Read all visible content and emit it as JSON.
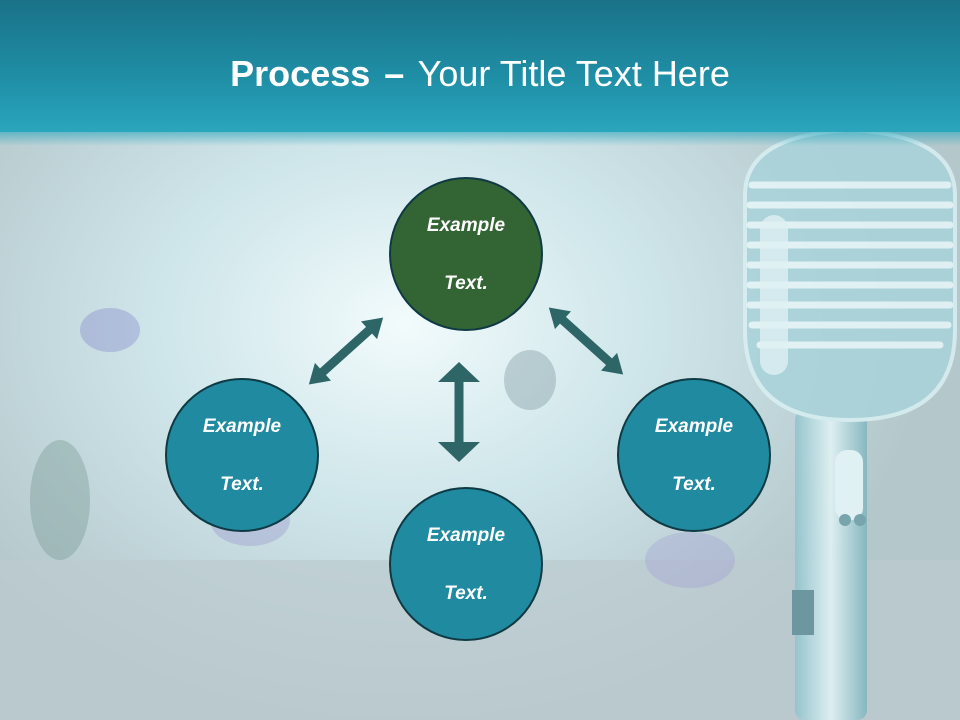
{
  "slide": {
    "title_bold": "Process",
    "title_separator": "–",
    "title_rest": "Your Title Text Here"
  },
  "diagram": {
    "nodes": {
      "top": {
        "line1": "Example",
        "line2": "Text."
      },
      "left": {
        "line1": "Example",
        "line2": "Text."
      },
      "right": {
        "line1": "Example",
        "line2": "Text."
      },
      "bottom": {
        "line1": "Example",
        "line2": "Text."
      }
    }
  },
  "colors": {
    "title_bar": "#1f8fa6",
    "node_teal": "#1f8aa0",
    "node_green": "#336433",
    "arrow": "#2e6668",
    "background": "#c2d0d3"
  }
}
